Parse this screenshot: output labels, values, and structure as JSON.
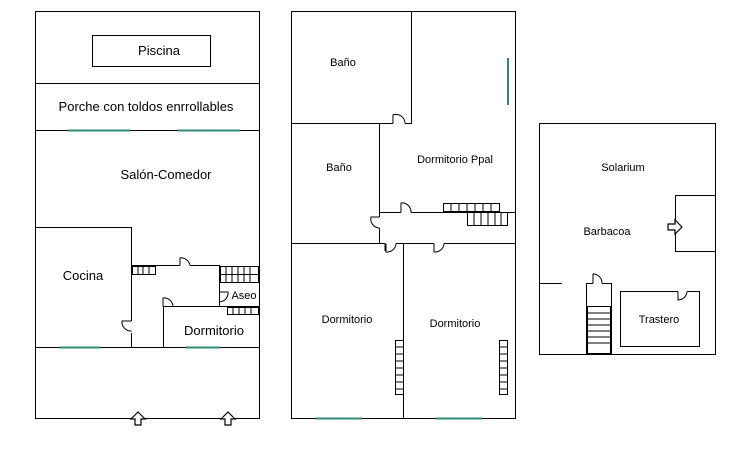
{
  "plan_a": {
    "piscina": "Piscina",
    "porche": "Porche con toldos enrrollables",
    "salon": "Salón-Comedor",
    "cocina": "Cocina",
    "aseo": "Aseo",
    "dormitorio": "Dormitorio"
  },
  "plan_b": {
    "bano_1": "Baño",
    "bano_2": "Baño",
    "dormitorio_ppal": "Dormitorio Ppal",
    "dormitorio_1": "Dormitorio",
    "dormitorio_2": "Dormitorio"
  },
  "plan_c": {
    "solarium": "Solarium",
    "barbacoa": "Barbacoa",
    "trastero": "Trastero"
  },
  "colors": {
    "walls": "#000000",
    "windows": "#2e8b7a",
    "background": "#ffffff"
  }
}
